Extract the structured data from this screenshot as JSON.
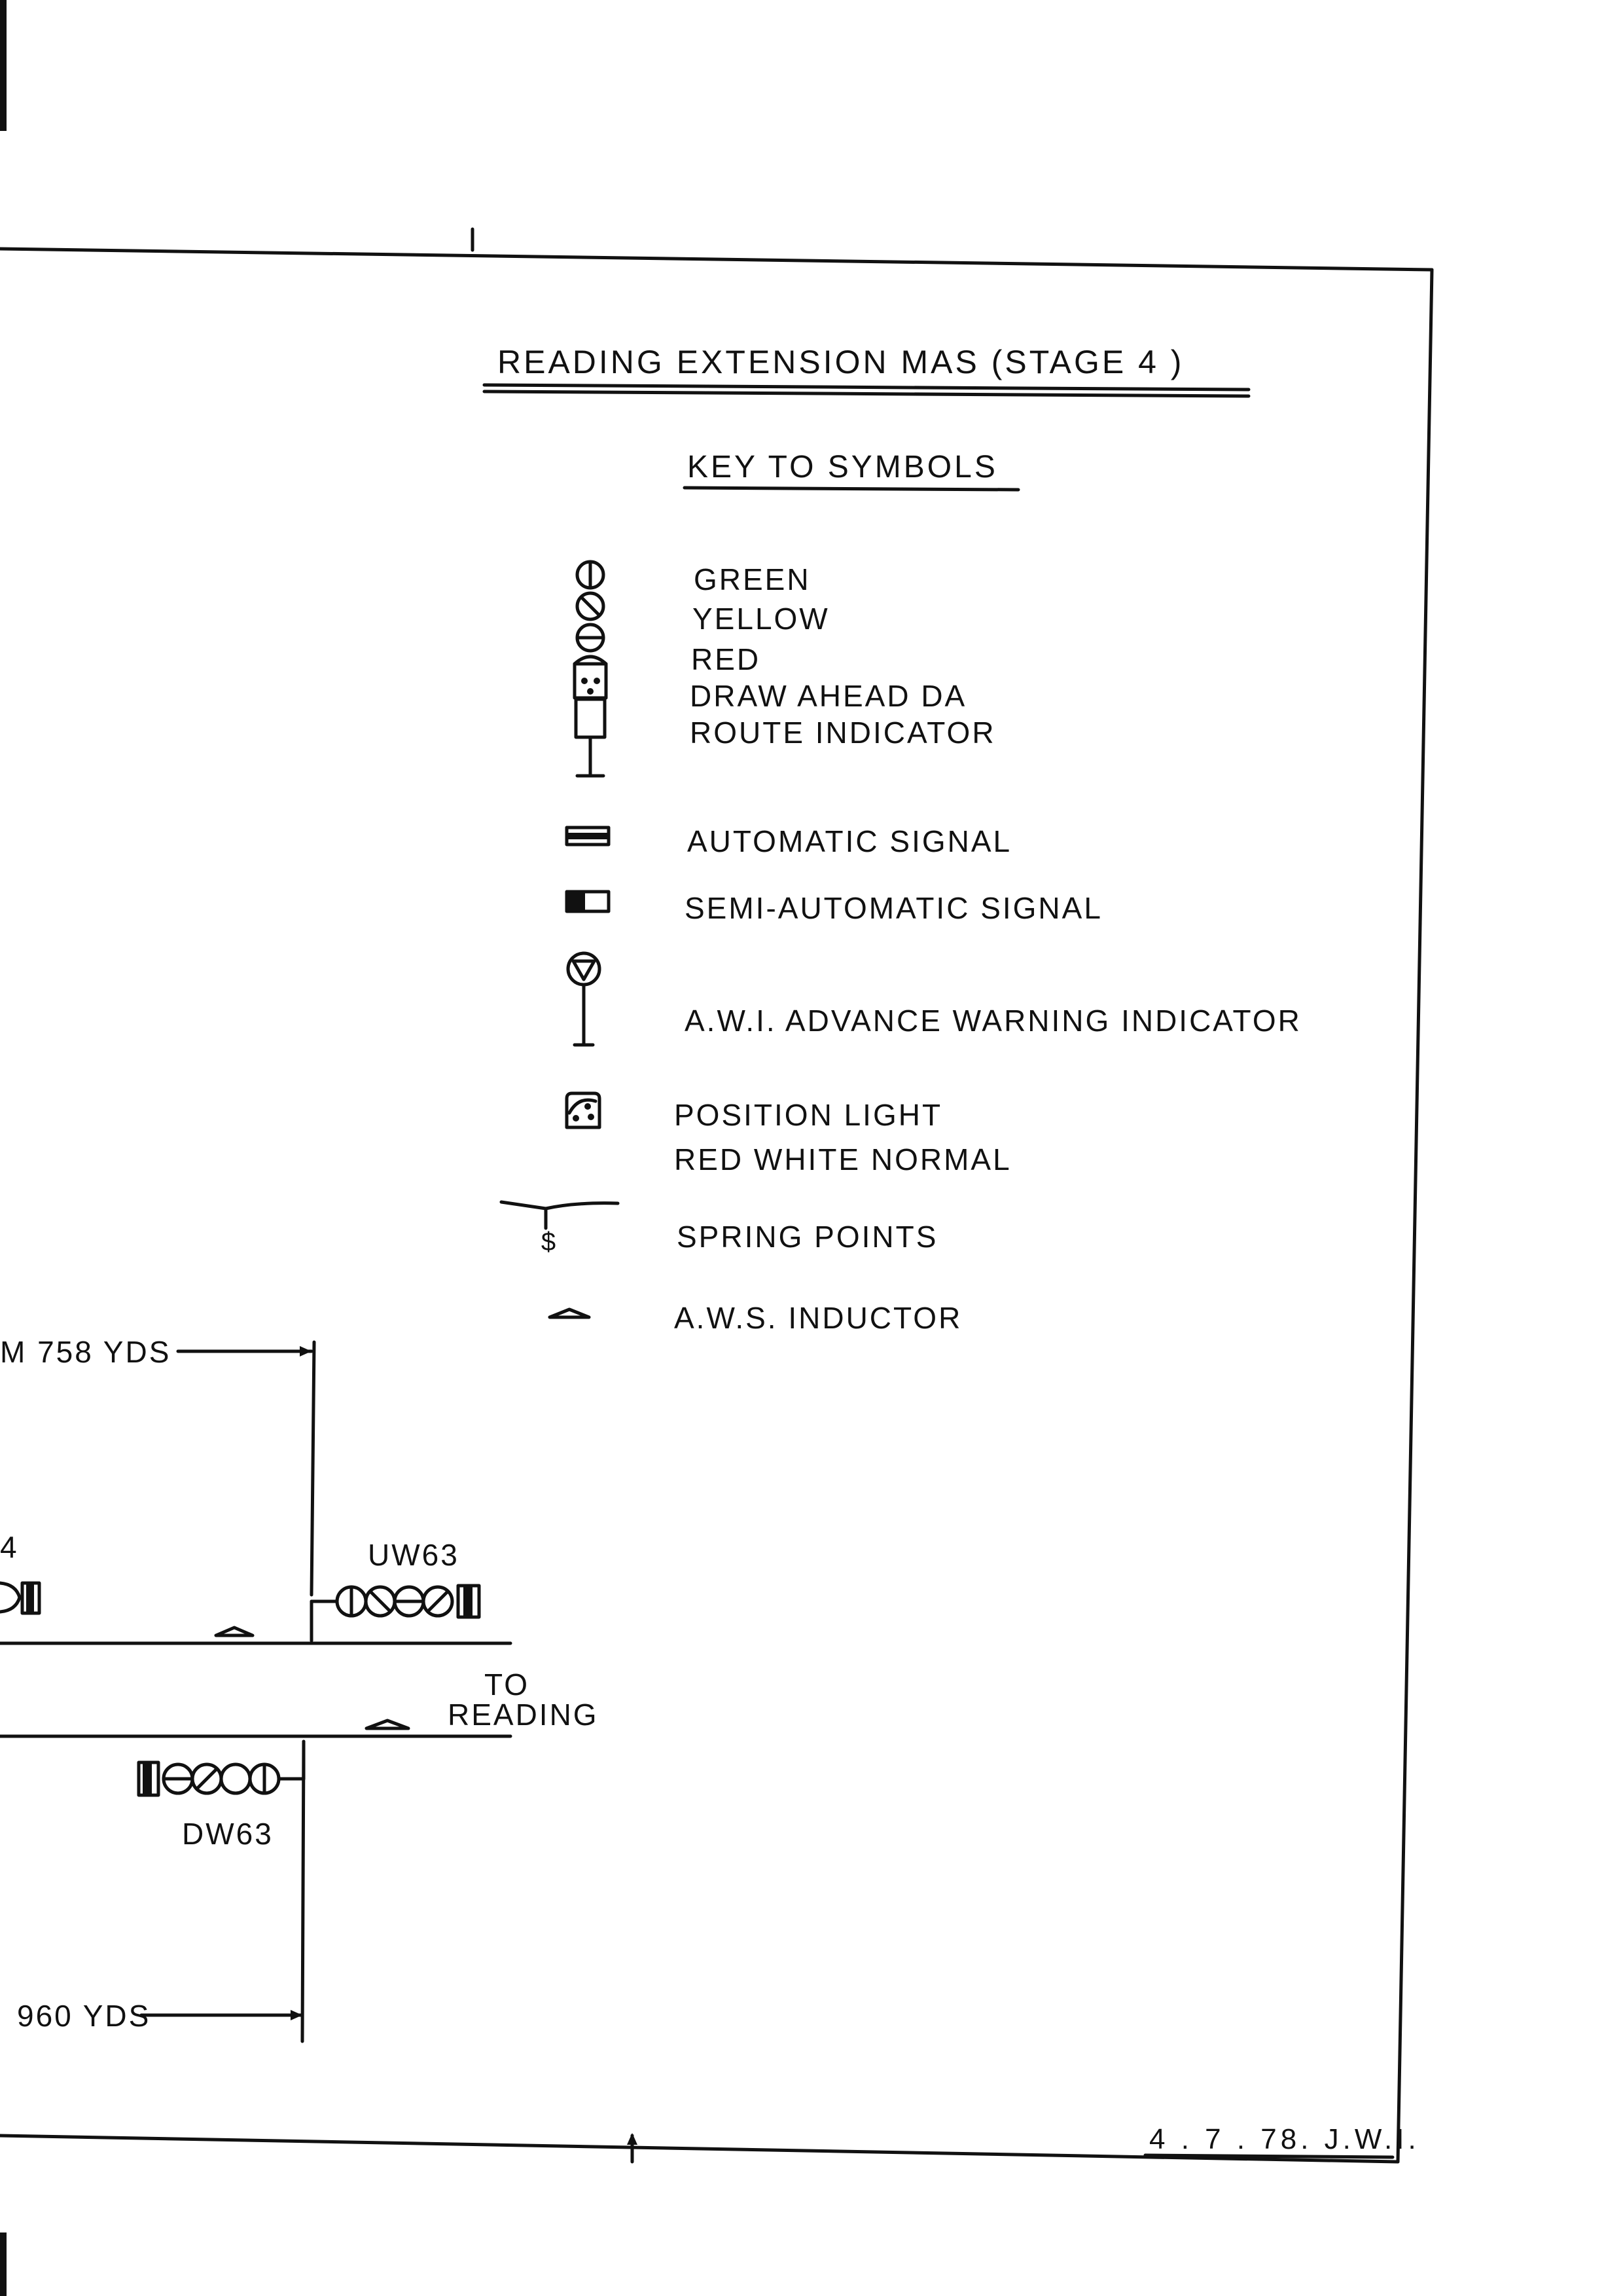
{
  "title": "READING  EXTENSION  MAS  (STAGE 4 )",
  "key_heading": "KEY  TO  SYMBOLS",
  "aspects": {
    "green": "GREEN",
    "yellow": "YELLOW",
    "red": "RED",
    "draw_ahead": "DRAW  AHEAD  DA",
    "route_indicator": "ROUTE  INDICATOR"
  },
  "legend": {
    "automatic": "AUTOMATIC  SIGNAL",
    "semi_automatic": "SEMI-AUTOMATIC  SIGNAL",
    "awi": "A.W.I.  ADVANCE  WARNING  INDICATOR",
    "position_light_1": "POSITION  LIGHT",
    "position_light_2": "RED  WHITE  NORMAL",
    "spring_points": "SPRING  POINTS",
    "aws": "A.W.S.  INDUCTOR"
  },
  "diagram": {
    "distance_up": "M  758  YDS",
    "distance_down": "960  YDS",
    "signal_partial": "4",
    "signal_up": "UW63",
    "signal_down": "DW63",
    "to_label": "TO",
    "reading_label": "READING"
  },
  "date_initials": "4 . 7 . 78.  J.W.I.",
  "colors": {
    "ink": "#111111",
    "paper": "#ffffff"
  }
}
